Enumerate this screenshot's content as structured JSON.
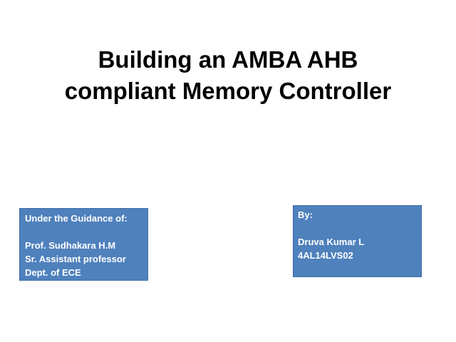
{
  "slide": {
    "title_lines": [
      "Building an AMBA AHB",
      "compliant Memory Controller"
    ],
    "guidance_box": {
      "heading": "Under the Guidance of:",
      "lines": [
        "Prof. Sudhakara H.M",
        "Sr. Assistant professor",
        "Dept. of ECE"
      ]
    },
    "author_box": {
      "heading": "By:",
      "lines": [
        "Druva Kumar L",
        "4AL14LVS02"
      ]
    },
    "colors": {
      "background": "#ffffff",
      "title_text": "#000000",
      "box_fill": "#4f81bd",
      "box_text": "#ffffff"
    }
  }
}
